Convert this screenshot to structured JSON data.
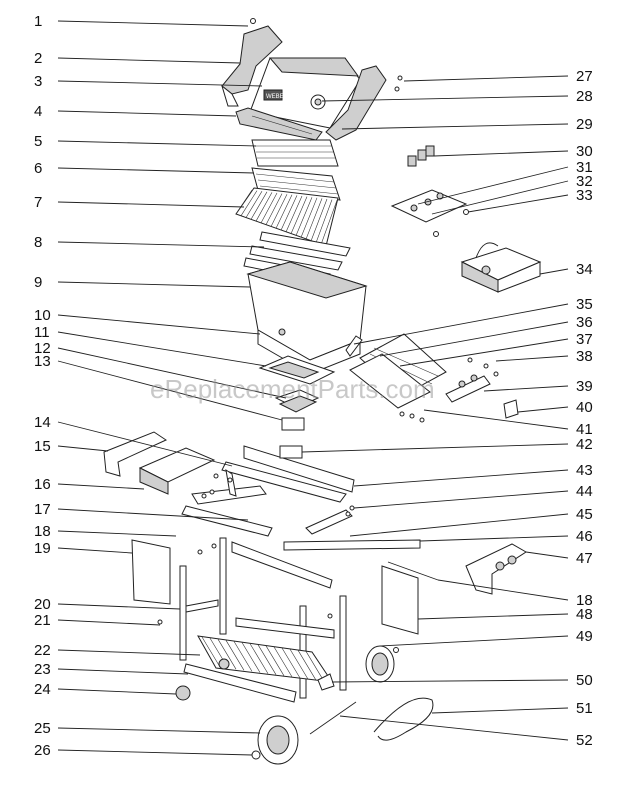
{
  "watermark": "eReplacementParts.com",
  "callouts": [
    "1",
    "2",
    "3",
    "4",
    "5",
    "6",
    "7",
    "8",
    "9",
    "10",
    "11",
    "12",
    "13",
    "14",
    "15",
    "16",
    "17",
    "18",
    "19",
    "20",
    "21",
    "22",
    "23",
    "24",
    "25",
    "26",
    "27",
    "28",
    "29",
    "30",
    "31",
    "32",
    "33",
    "34",
    "35",
    "36",
    "37",
    "38",
    "39",
    "40",
    "41",
    "42",
    "43",
    "44",
    "45",
    "46",
    "47",
    "18",
    "48",
    "49",
    "50",
    "51",
    "52"
  ],
  "badge_text": "WEBER"
}
